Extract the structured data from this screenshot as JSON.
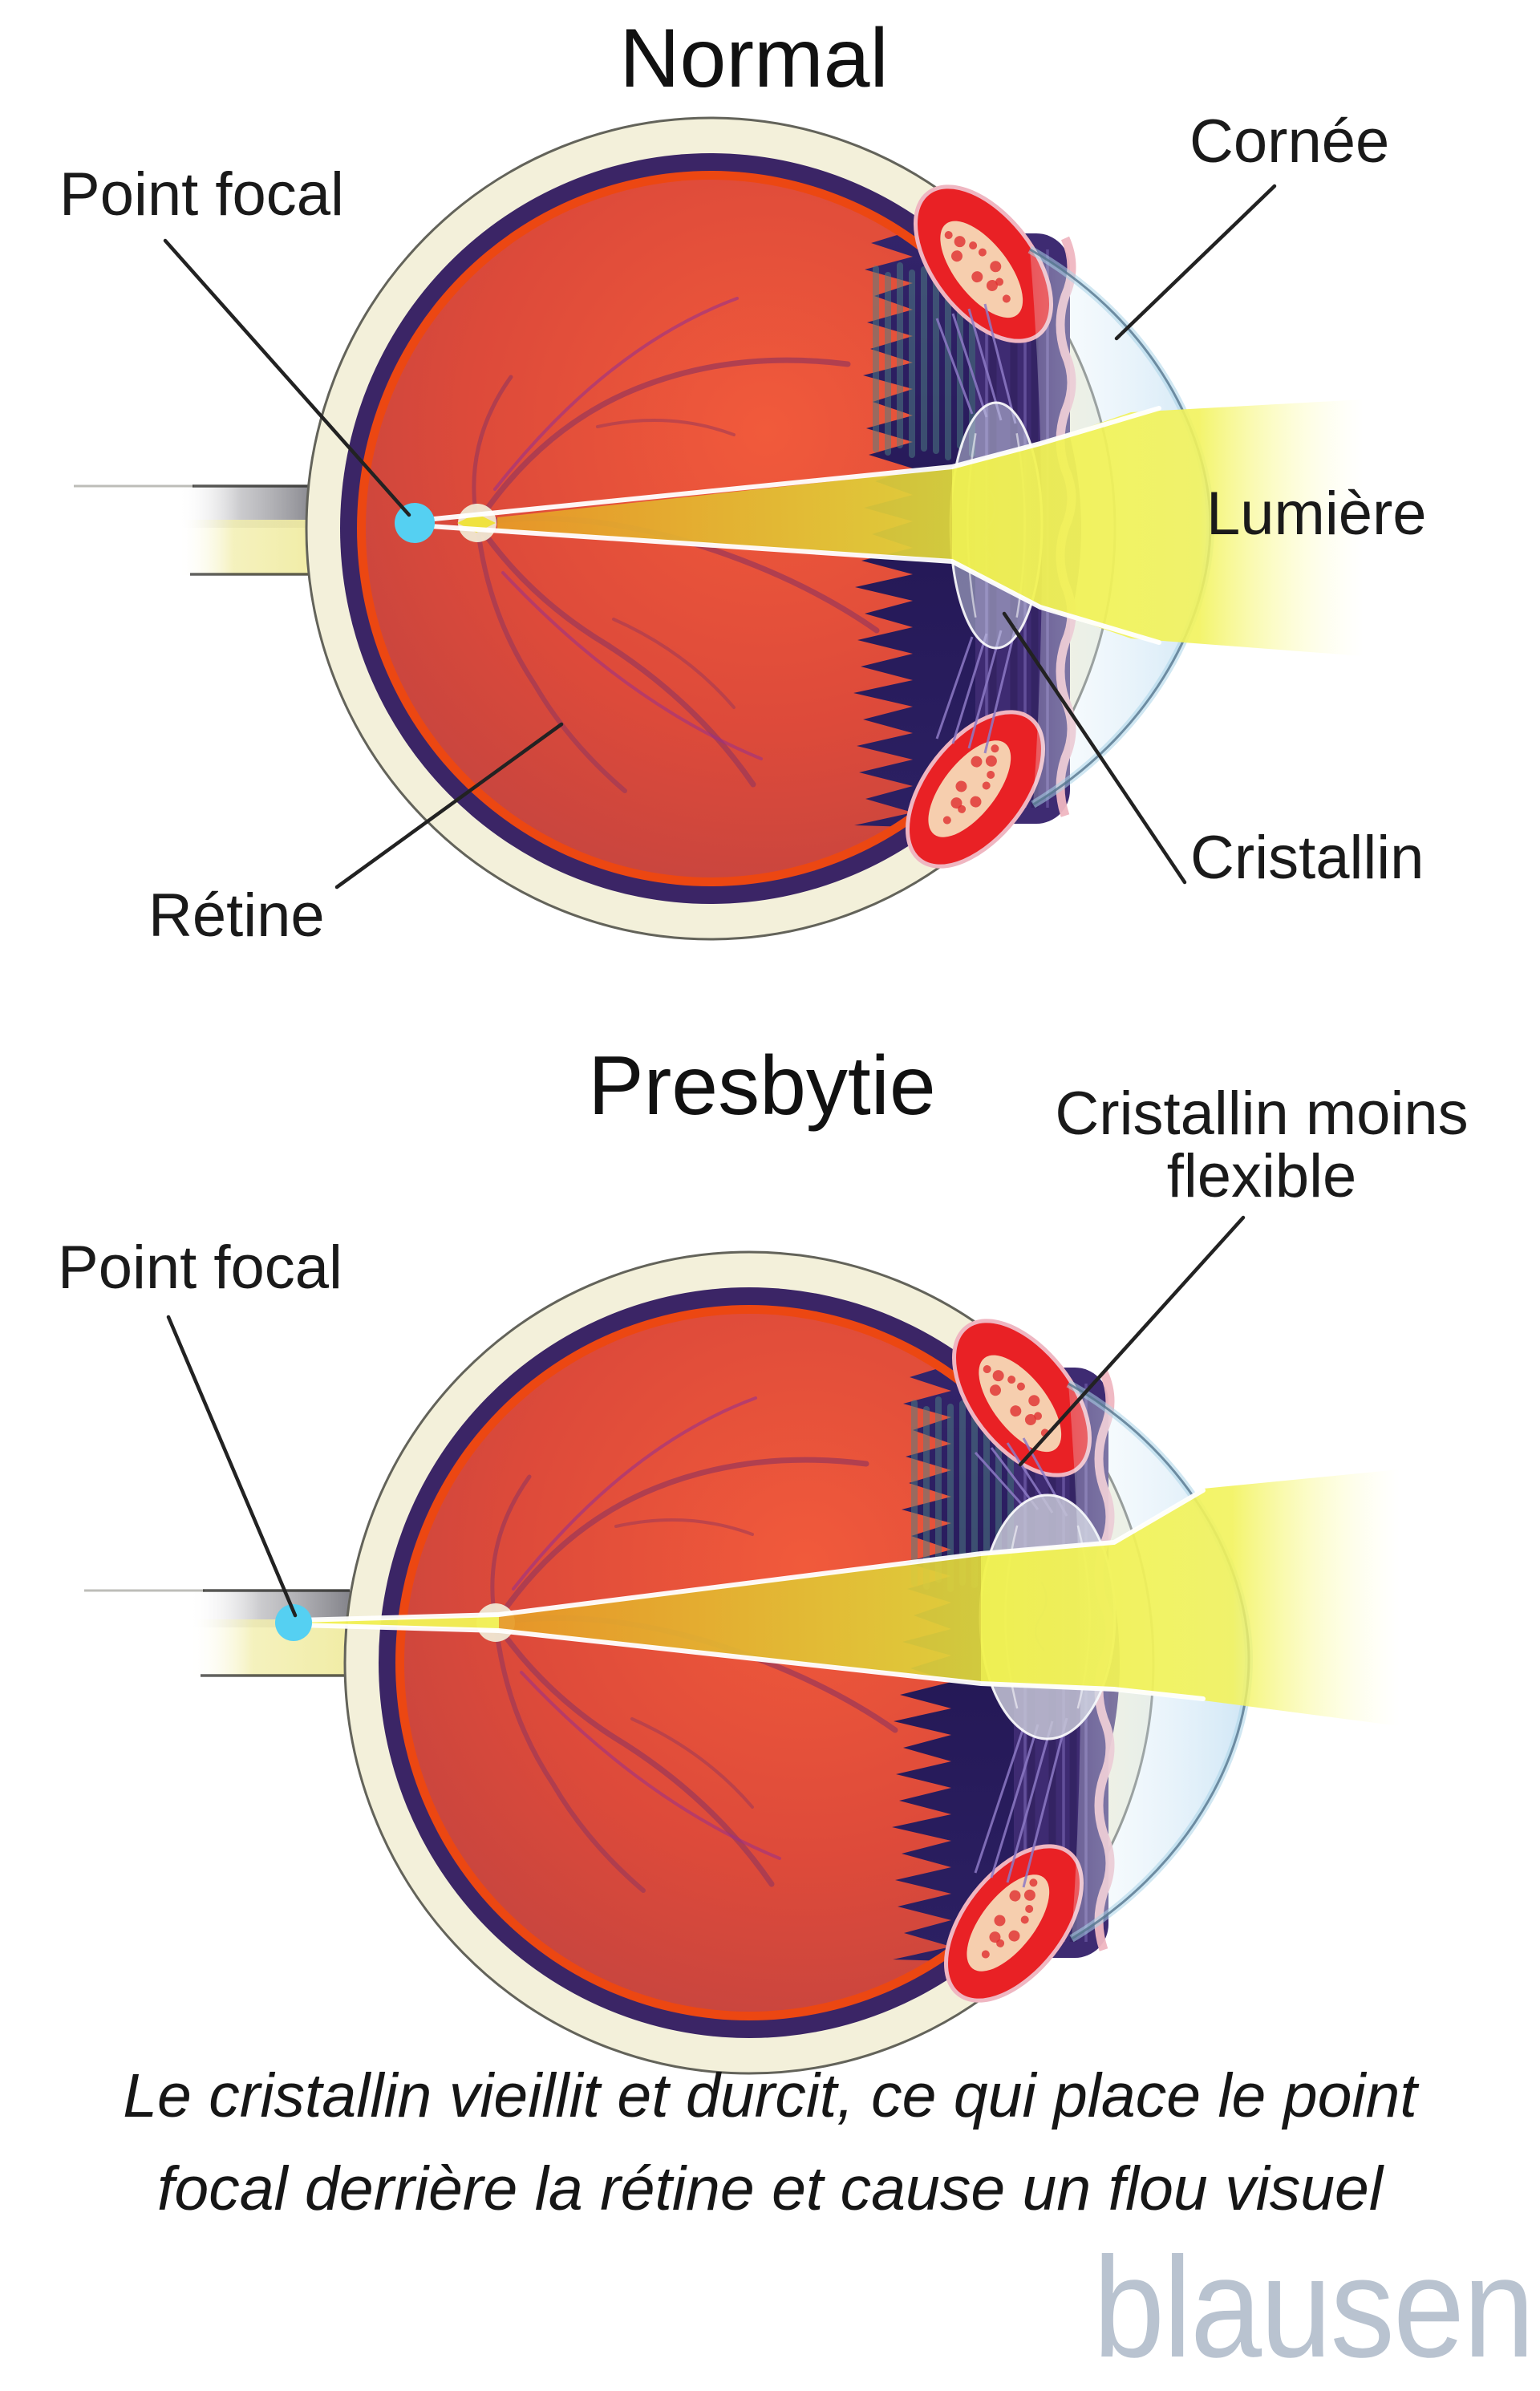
{
  "panels": {
    "normal": {
      "title": "Normal",
      "labels": {
        "point_focal": "Point focal",
        "cornee": "Cornée",
        "lumiere": "Lumière",
        "retine": "Rétine",
        "cristallin": "Cristallin"
      }
    },
    "presbytie": {
      "title": "Presbytie",
      "labels": {
        "point_focal": "Point focal",
        "cristallin_moins_line1": "Cristallin moins",
        "cristallin_moins_line2": "flexible"
      }
    }
  },
  "caption": {
    "line1": "Le cristallin vieillit et durcit, ce qui place le point",
    "line2": "focal derrière la rétine et cause un flou visuel"
  },
  "watermark": "blausen",
  "colors": {
    "background": "#ffffff",
    "label_text": "#1a1a1a",
    "leader_line": "#222222",
    "beam_yellow": "#f1f24e",
    "beam_gold": "#e8a62c",
    "focal_point_cyan": "#55d0f2",
    "sclera_cream": "#f3f0da",
    "sclera_outline": "#63635a",
    "choroid_purple": "#3b2566",
    "retina_rim_orange": "#ec4712",
    "retina_red": "#d84b3c",
    "vessel_red": "#a23a55",
    "vessel_magenta": "#98308c",
    "ciliary_navy": "#2b1d60",
    "iris_purple": "#3e2b72",
    "ciliary_pink": "#efb6c1",
    "ciliary_red": "#e92125",
    "pad_cream": "#f6ddba",
    "teal": "#4e8184",
    "cornea_fill": "#cfe4f4",
    "cornea_edge": "#55758d",
    "cornea_band": "#a9d4e8",
    "lens_clear": "#ced6e8",
    "lens_stiff": "#c6c6d6",
    "optic_nerve_yellow": "#f2eead",
    "optic_disc": "#f0e8d3",
    "watermark_blue": "#b9c3d0"
  }
}
